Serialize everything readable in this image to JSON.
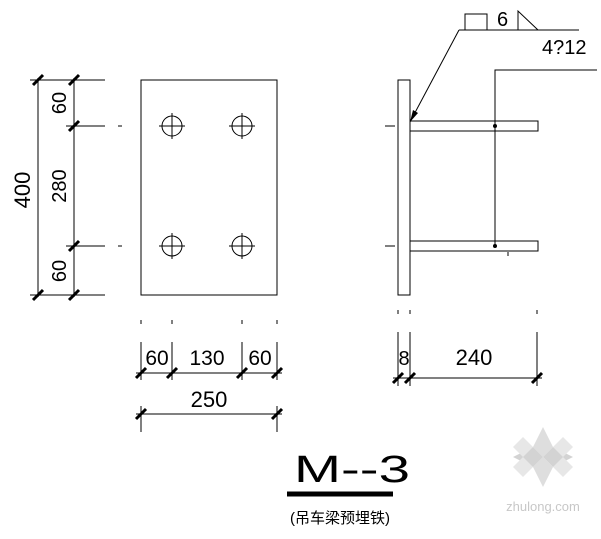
{
  "drawing": {
    "title": "M--3",
    "subtitle": "(吊车梁预埋铁)",
    "watermark": "zhulong.com"
  },
  "plan_view": {
    "vertical_dims": {
      "total": "400",
      "top": "60",
      "middle": "280",
      "bottom": "60"
    },
    "horizontal_dims": {
      "left": "60",
      "middle": "130",
      "right": "60",
      "total": "250"
    }
  },
  "side_view": {
    "weld_size": "6",
    "anchor_label": "4?12",
    "plate_thickness": "8",
    "anchor_length": "240"
  },
  "colors": {
    "line": "#000000",
    "background": "#ffffff",
    "watermark": "#b8b8b8"
  }
}
